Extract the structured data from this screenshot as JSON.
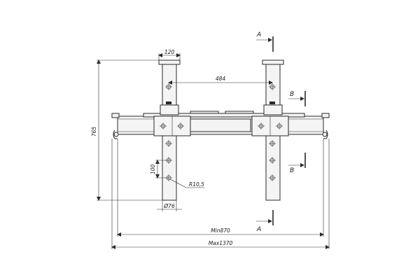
{
  "drawing": {
    "dimensions": {
      "post_width": "120",
      "post_spacing": "484",
      "overall_height": "765",
      "hole_pitch": "100",
      "hole_radius": "R10,5",
      "tube_diameter": "Ø76",
      "min_width": "Min870",
      "max_width": "Max1370"
    },
    "sections": {
      "a": "A",
      "b": "B"
    }
  }
}
